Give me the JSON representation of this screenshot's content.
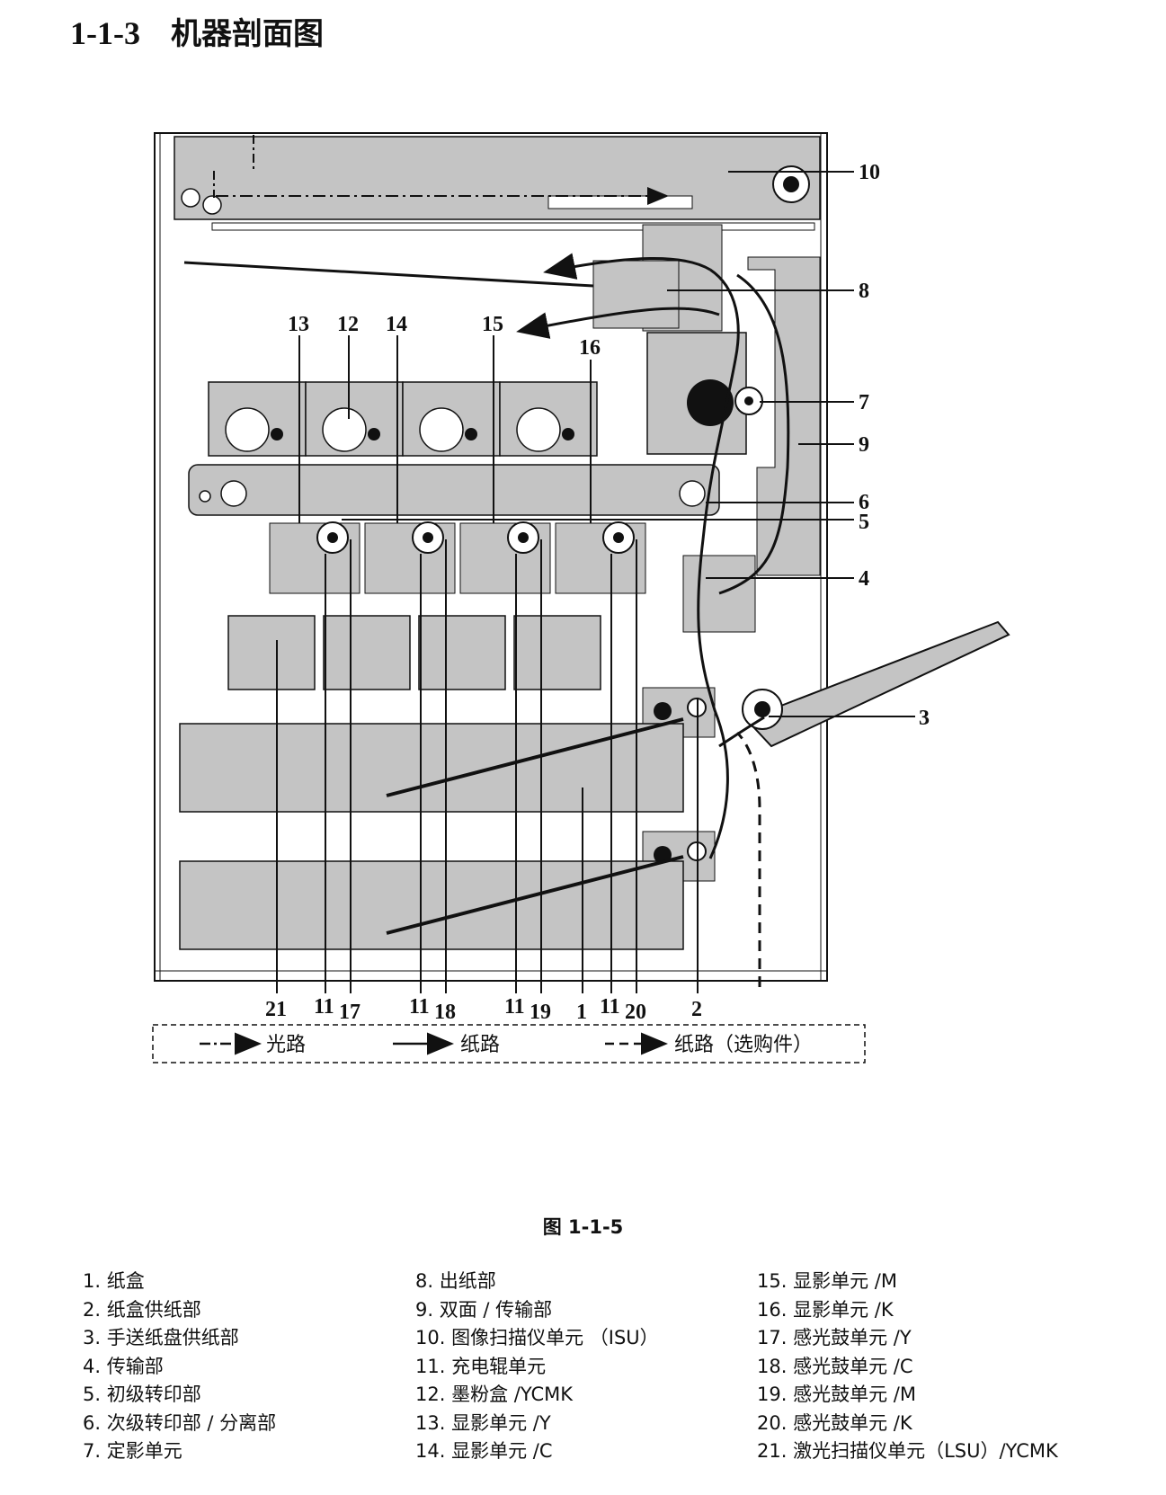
{
  "section": {
    "number": "1-1-3",
    "title": "机器剖面图"
  },
  "figure": {
    "caption": "图 1-1-5"
  },
  "callouts": [
    "1",
    "2",
    "3",
    "4",
    "5",
    "6",
    "7",
    "8",
    "9",
    "10",
    "11",
    "12",
    "13",
    "14",
    "15",
    "16",
    "17",
    "18",
    "19",
    "20",
    "21"
  ],
  "legend": {
    "optical_path": "光路",
    "paper_path": "纸路",
    "paper_path_option": "纸路（选购件）"
  },
  "parts_list": [
    "1. 纸盒",
    "2. 纸盒供纸部",
    "3. 手送纸盘供纸部",
    "4. 传输部",
    "5. 初级转印部",
    "6. 次级转印部 / 分离部",
    "7. 定影单元",
    "8. 出纸部",
    "9. 双面 / 传输部",
    "10. 图像扫描仪单元 （ISU）",
    "11. 充电辊单元",
    "12. 墨粉盒 /YCMK",
    "13. 显影单元 /Y",
    "14. 显影单元 /C",
    "15. 显影单元 /M",
    "16. 显影单元 /K",
    "17. 感光鼓单元 /Y",
    "18. 感光鼓单元 /C",
    "19. 感光鼓单元 /M",
    "20. 感光鼓单元 /K",
    "21. 激光扫描仪单元（LSU）/YCMK"
  ],
  "colors": {
    "unit_fill": "#c4c4c4",
    "line": "#111111",
    "background": "#ffffff"
  }
}
